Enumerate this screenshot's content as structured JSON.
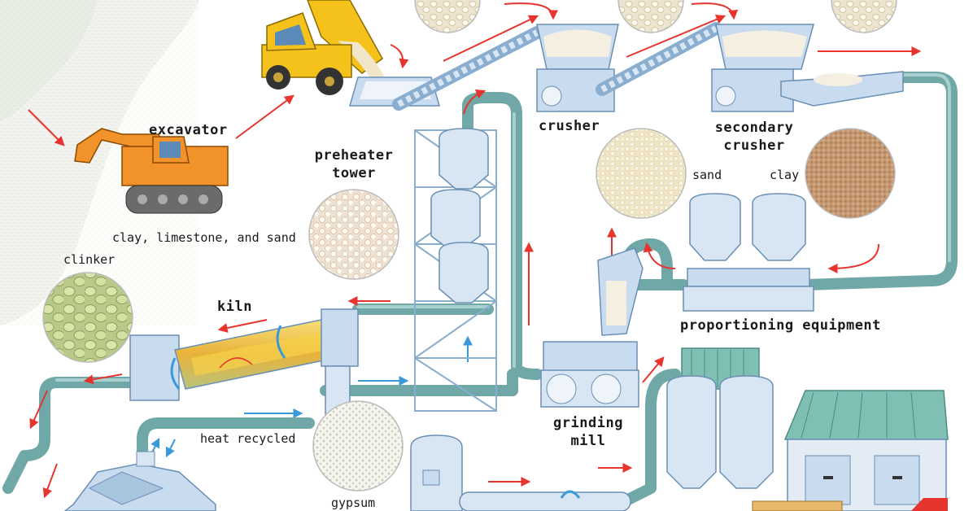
{
  "labels": {
    "excavator": "excavator",
    "raw_materials": "clay, limestone, and sand",
    "crusher": "crusher",
    "secondary_crusher_1": "secondary",
    "secondary_crusher_2": "crusher",
    "preheater_1": "preheater",
    "preheater_2": "tower",
    "sand": "sand",
    "clay": "clay",
    "clinker": "clinker",
    "kiln": "kiln",
    "proportioning": "proportioning equipment",
    "grinding_1": "grinding",
    "grinding_2": "mill",
    "heat_recycled": "heat recycled",
    "gypsum": "gypsum"
  },
  "colors": {
    "pipe": "#6fa8a6",
    "arrow_red": "#e8342e",
    "arrow_blue": "#3a9ad9",
    "machine": "#c9dcef",
    "machine_dark": "#8aaed0",
    "excavator": "#f2922b",
    "truck": "#f5c21b",
    "sand": "#f3ead0",
    "clay": "#c79a72",
    "clinker": "#d6e2a6",
    "roof": "#7fbfb4"
  }
}
